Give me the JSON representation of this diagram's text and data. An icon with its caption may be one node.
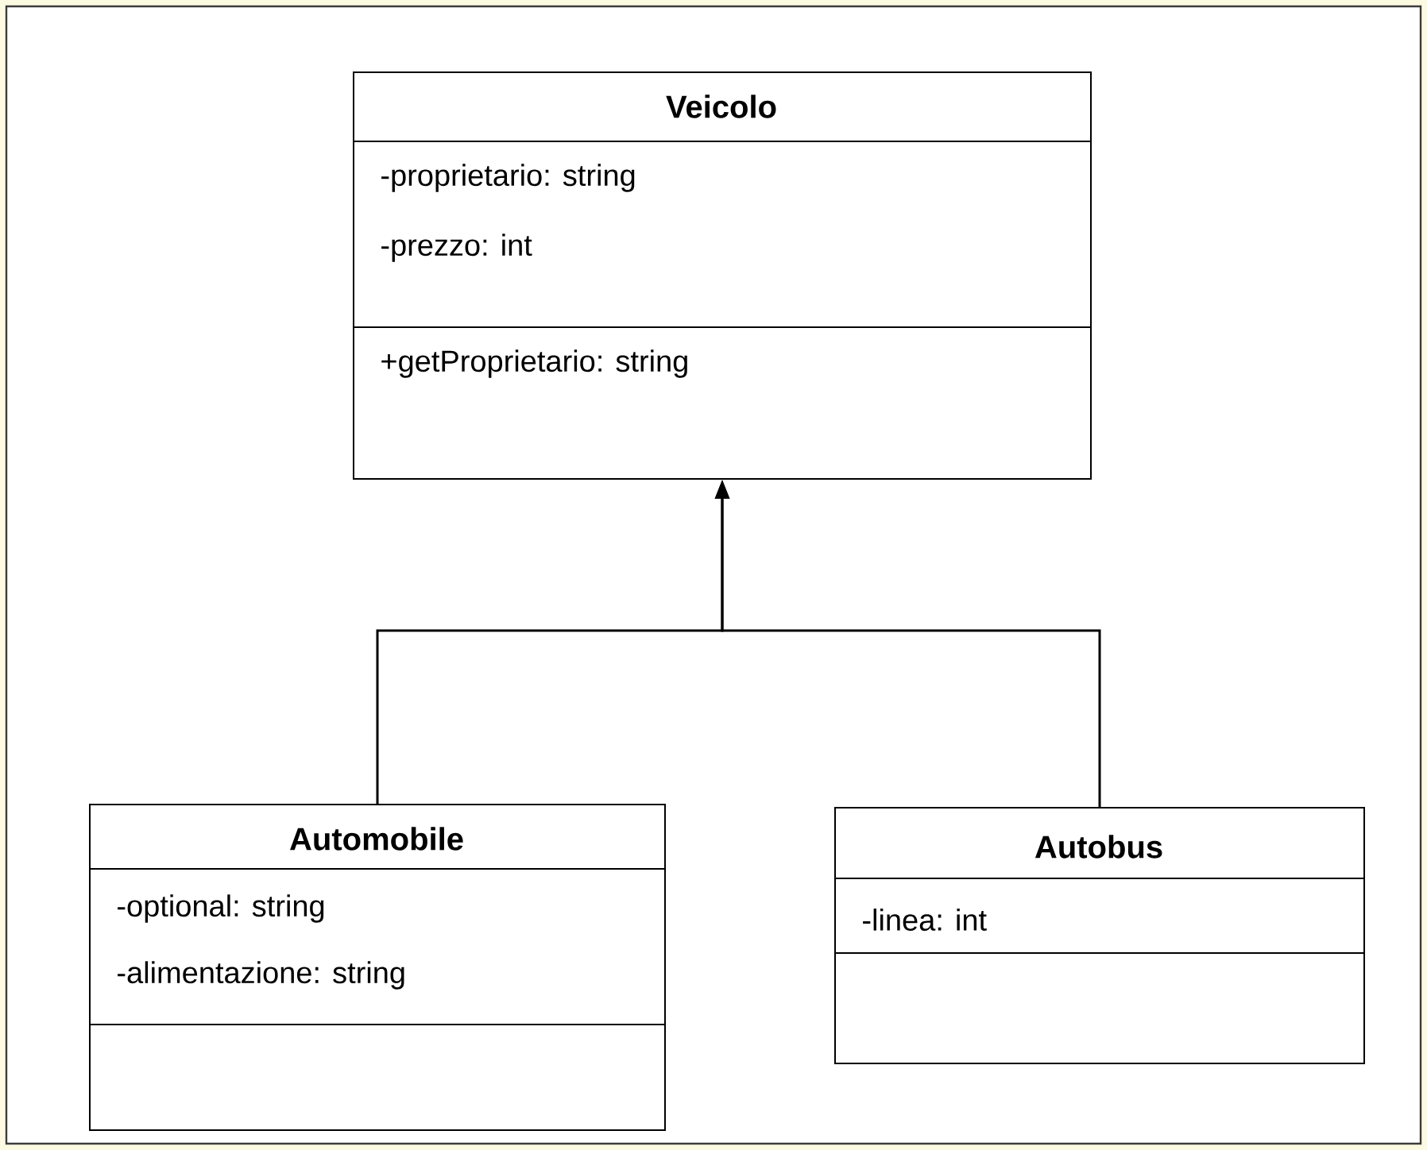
{
  "diagram": {
    "nodes": [
      {
        "text": [
          "Veicolo",
          "-proprietario: string",
          "-prezzo: int",
          "+getProprietario: string"
        ]
      },
      {
        "text": [
          "Automobile",
          "-optional: string",
          "-alimentazione: string"
        ]
      },
      {
        "text": [
          "Autobus",
          "-linea: int"
        ]
      }
    ],
    "edges": [
      {
        "from": 1,
        "to": 0,
        "arrow": "to"
      },
      {
        "from": 2,
        "to": 0,
        "arrow": "to"
      }
    ]
  }
}
